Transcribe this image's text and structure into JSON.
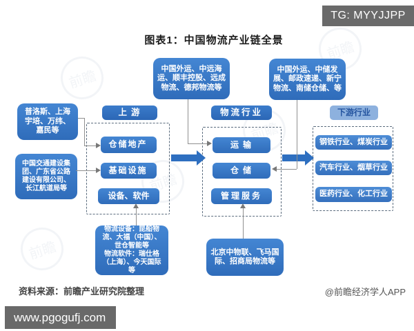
{
  "title": "图表1：中国物流产业链全景",
  "overlay": {
    "tg_label": "TG: MYYJJPP",
    "website": "www.pgogufj.com"
  },
  "watermark": "前瞻",
  "suppliers": {
    "transport_companies": "中国外运、中远海运、顺丰控股、远成物流、德邦物流等",
    "warehouse_companies": "中国外运、中储发展、邮政速递、新宁物流、南储仓储、等",
    "warehouse_realestate_companies": "普洛斯、上海宇培、万纬、嘉民等",
    "infrastructure_companies": "中国交通建设集团、广东省公路建设有限公司、长江航道局等",
    "equipment_companies": "物流设备：昆船物流、大福（中国）、世仓智能等",
    "software_companies": "物流软件：瑞仕格（上海）、今天国际等",
    "management_companies": "北京中物联、飞马国际、招商局物流等"
  },
  "chain": {
    "upstream": {
      "header": "上游",
      "items": [
        "仓储地产",
        "基础设施",
        "设备、软件"
      ]
    },
    "midstream": {
      "header": "物流行业",
      "items": [
        "运输",
        "仓储",
        "管理服务"
      ]
    },
    "downstream": {
      "header": "下游行业",
      "items": [
        "钢铁行业、煤炭行业",
        "汽车行业、烟草行业",
        "医药行业、化工行业"
      ]
    }
  },
  "footer": {
    "source": "资料来源：前瞻产业研究院整理",
    "credit": "@前瞻经济学人APP"
  },
  "colors": {
    "node_blue": "#3577c6",
    "downstream_header_bg": "#8db1de",
    "overlay_gray": "#6a6a6a"
  }
}
